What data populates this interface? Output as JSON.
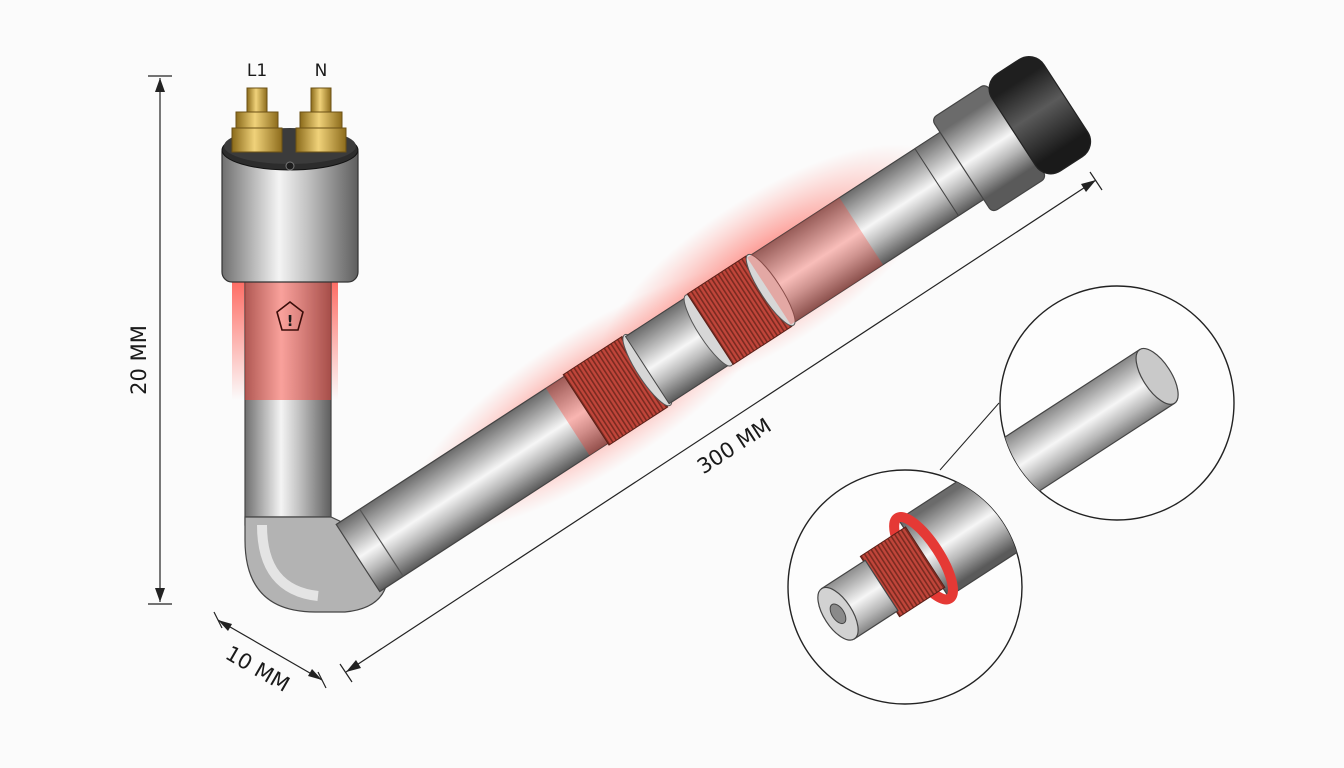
{
  "terminals": {
    "left": "L1",
    "right": "N"
  },
  "dimensions": {
    "height": "20 MM",
    "length": "300 MM",
    "diameter": "10 MM"
  },
  "warning_symbol": "!",
  "colors": {
    "steel": "#b9b9b9",
    "heat": "#e53935",
    "brass": "#c8a032",
    "cap": "#3a3a3a",
    "coil": "#a5432e"
  }
}
